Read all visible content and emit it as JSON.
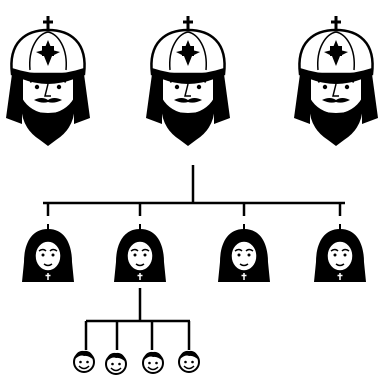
{
  "diagram": {
    "type": "hierarchy",
    "ink_color": "#000000",
    "paper_color": "#ffffff",
    "levels": [
      {
        "role": "patriarchs",
        "count": 3,
        "icon": "bishop-mitre-head-icon"
      },
      {
        "role": "nuns",
        "count": 4,
        "icon": "veiled-nun-head-icon"
      },
      {
        "role": "children",
        "count": 4,
        "icon": "child-face-icon"
      }
    ],
    "connections": [
      {
        "from": "patriarch-2",
        "to": [
          "nun-1",
          "nun-2",
          "nun-3",
          "nun-4"
        ]
      },
      {
        "from": "nun-2",
        "to": [
          "child-1",
          "child-2",
          "child-3",
          "child-4"
        ]
      }
    ]
  }
}
